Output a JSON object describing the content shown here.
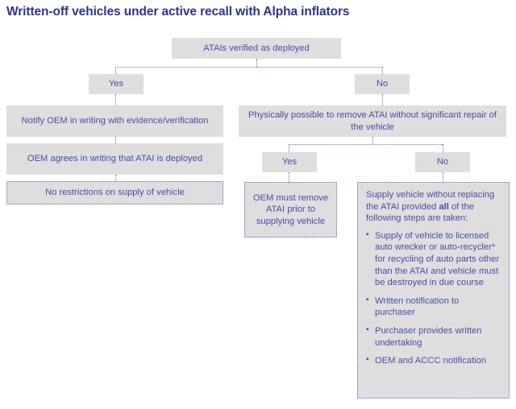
{
  "title": "Written-off vehicles under active recall with Alpha inflators",
  "nodes": {
    "root": "ATAIs verified as deployed",
    "yes1": "Yes",
    "no1": "No",
    "notify_oem": "Notify OEM in writing with evidence/verification",
    "oem_agrees": "OEM agrees in writing that ATAI is deployed",
    "no_restrictions": "No restrictions on supply of vehicle",
    "physically_possible": "Physically possible to remove ATAI without significant repair of the vehicle",
    "yes2": "Yes",
    "no2": "No",
    "oem_must_remove": "OEM must remove ATAI prior to supplying vehicle",
    "supply_lead_before": "Supply vehicle without replacing the ATAI provided ",
    "supply_lead_bold": "all",
    "supply_lead_after": " of the following steps are taken:",
    "supply_steps": [
      "Supply of vehicle to licensed auto wrecker or auto-recycler* for recycling of auto parts other than the ATAI and vehicle must be destroyed in due course",
      "Written notification to purchaser",
      "Purchaser provides written undertaking",
      "OEM and ACCC notification"
    ]
  },
  "colors": {
    "title": "#2e3192",
    "node_text": "#4b4ba6",
    "node_fill": "#dededf",
    "connector": "#6b6bbf",
    "background": "#ffffff"
  }
}
